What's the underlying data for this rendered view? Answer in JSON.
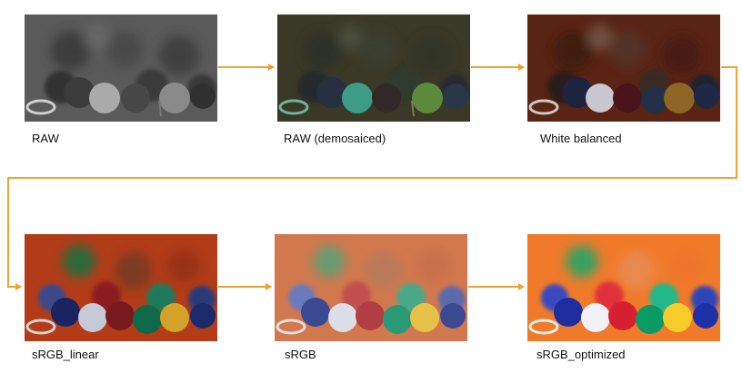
{
  "pipeline": {
    "stages": [
      {
        "label": "RAW"
      },
      {
        "label": "RAW (demosaiced)"
      },
      {
        "label": "White balanced"
      },
      {
        "label": "sRGB_linear"
      },
      {
        "label": "sRGB"
      },
      {
        "label": "sRGB_optimized"
      }
    ]
  },
  "colors": {
    "arrow": "#f0a22e"
  }
}
